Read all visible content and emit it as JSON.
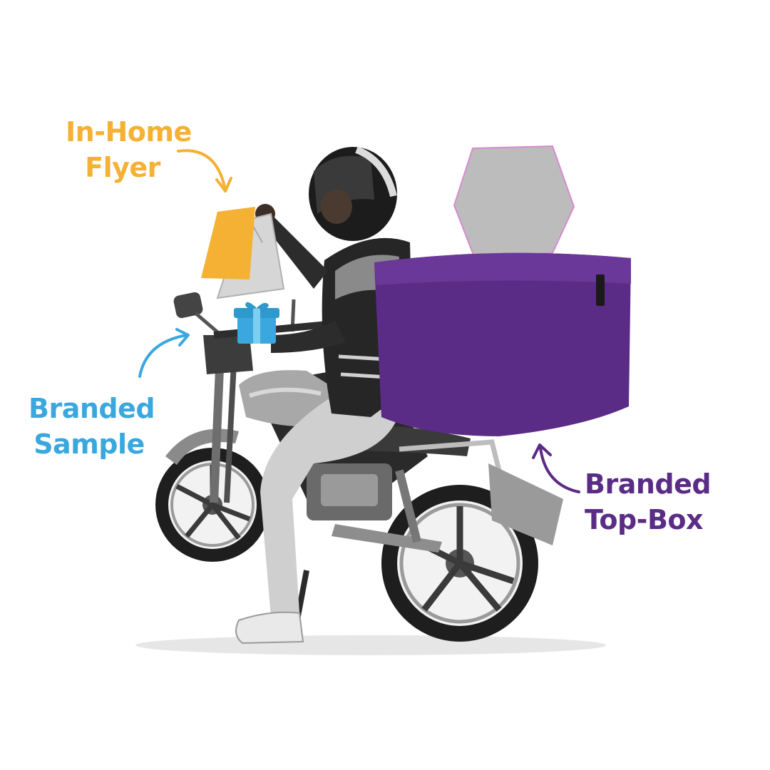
{
  "colors": {
    "flyer": "#f4b134",
    "sample": "#3aa8de",
    "topbox": "#5b2c86"
  },
  "labels": {
    "flyer": {
      "line1": "In-Home",
      "line2": "Flyer"
    },
    "sample": {
      "line1": "Branded",
      "line2": "Sample"
    },
    "topbox": {
      "line1": "Branded",
      "line2": "Top-Box"
    }
  },
  "icons": {
    "flyer_arrow": "curved-arrow-icon",
    "sample_arrow": "curved-arrow-icon",
    "topbox_arrow": "curved-arrow-icon"
  }
}
